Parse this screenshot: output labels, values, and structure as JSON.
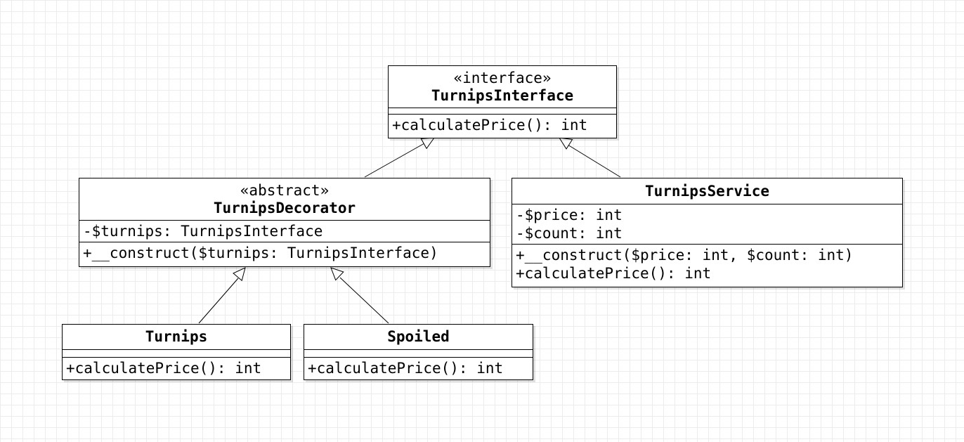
{
  "classes": {
    "turnips_interface": {
      "stereotype": "«interface»",
      "name": "TurnipsInterface",
      "attributes": [],
      "operations": [
        "+calculatePrice(): int"
      ]
    },
    "turnips_decorator": {
      "stereotype": "«abstract»",
      "name": "TurnipsDecorator",
      "attributes": [
        "-$turnips: TurnipsInterface"
      ],
      "operations": [
        "+__construct($turnips: TurnipsInterface)"
      ]
    },
    "turnips_service": {
      "name": "TurnipsService",
      "attributes": [
        "-$price: int",
        "-$count: int"
      ],
      "operations": [
        "+__construct($price: int, $count: int)",
        "+calculatePrice(): int"
      ]
    },
    "turnips": {
      "name": "Turnips",
      "attributes": [],
      "operations": [
        "+calculatePrice(): int"
      ]
    },
    "spoiled": {
      "name": "Spoiled",
      "attributes": [],
      "operations": [
        "+calculatePrice(): int"
      ]
    }
  },
  "relations": [
    {
      "from": "turnips_decorator",
      "to": "turnips_interface",
      "type": "realization"
    },
    {
      "from": "turnips_service",
      "to": "turnips_interface",
      "type": "realization"
    },
    {
      "from": "turnips",
      "to": "turnips_decorator",
      "type": "generalization"
    },
    {
      "from": "spoiled",
      "to": "turnips_decorator",
      "type": "generalization"
    }
  ]
}
